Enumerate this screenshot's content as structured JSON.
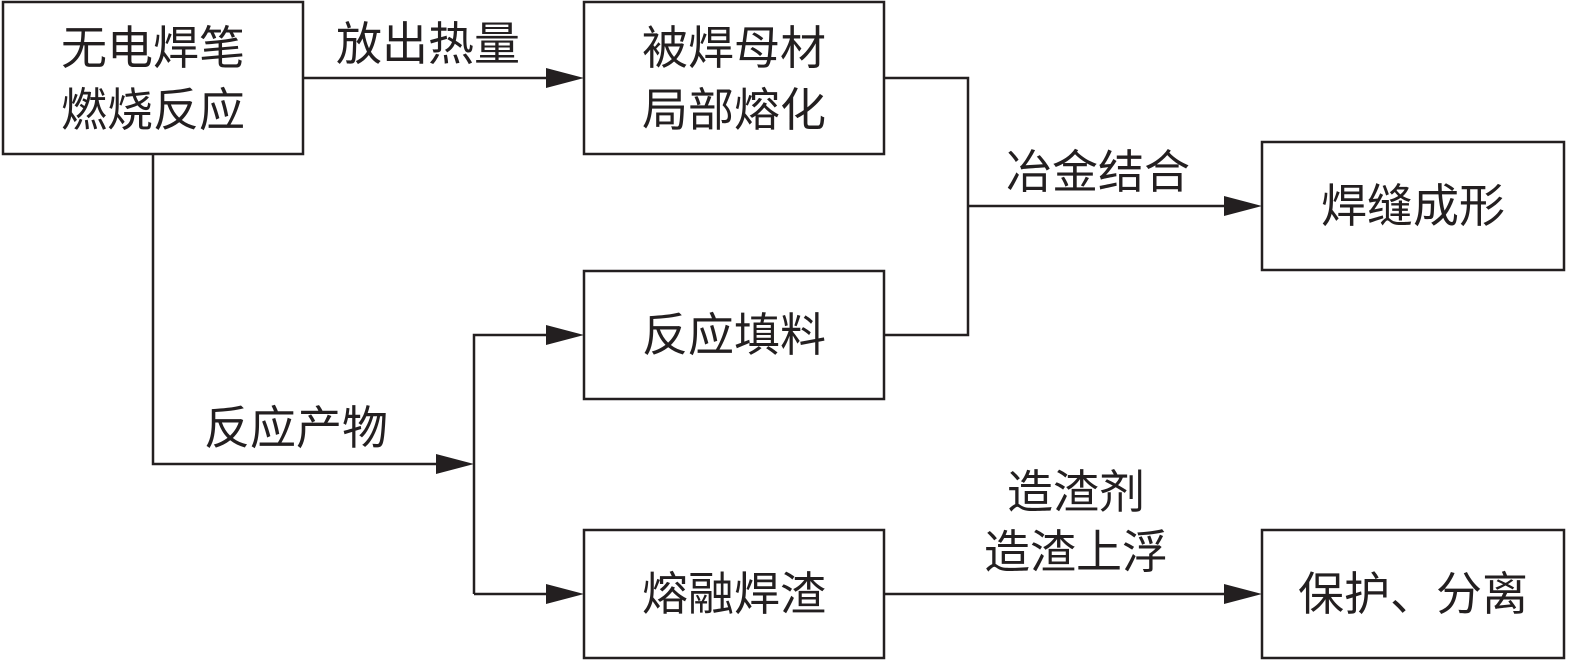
{
  "nodes": {
    "start": {
      "line1": "无电焊笔",
      "line2": "燃烧反应"
    },
    "melt": {
      "line1": "被焊母材",
      "line2": "局部熔化"
    },
    "weld": {
      "label": "焊缝成形"
    },
    "filler": {
      "label": "反应填料"
    },
    "slag": {
      "label": "熔融焊渣"
    },
    "protect": {
      "label": "保护、分离"
    }
  },
  "edges": {
    "heat": {
      "label": "放出热量"
    },
    "products": {
      "label": "反应产物"
    },
    "metallurgy": {
      "label": "冶金结合"
    },
    "slagging": {
      "line1": "造渣剂",
      "line2": "造渣上浮"
    }
  }
}
